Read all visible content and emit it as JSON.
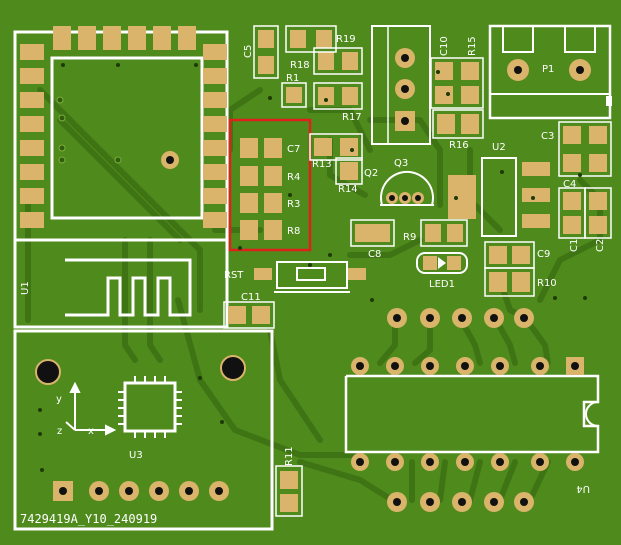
{
  "board": {
    "colors": {
      "mask": "#4f8a1c",
      "trace": "#3f7414",
      "silkscreen": "#ffffff",
      "pad": "#d9b46a",
      "highlight": "#e0201a"
    }
  },
  "labels": {
    "c5": "C5",
    "r19": "R19",
    "r18": "R18",
    "r1": "R1",
    "r17": "R17",
    "c10": "C10",
    "r15": "R15",
    "p1": "P1",
    "c7": "C7",
    "r4": "R4",
    "r3": "R3",
    "r8": "R8",
    "r13": "R13",
    "r14": "R14",
    "q2": "Q2",
    "q3": "Q3",
    "r16": "R16",
    "u2": "U2",
    "c3": "C3",
    "c4": "C4",
    "c1": "C1",
    "c2": "C2",
    "c8": "C8",
    "r9": "R9",
    "c9": "C9",
    "r10": "R10",
    "led1": "LED1",
    "rst": "RST",
    "c11": "C11",
    "u1": "U1",
    "u3": "U3",
    "axis_x": "x",
    "axis_y": "y",
    "axis_z": "z",
    "r11": "R11",
    "u4": "U4",
    "board_id": "7429419A_Y10_240919"
  }
}
